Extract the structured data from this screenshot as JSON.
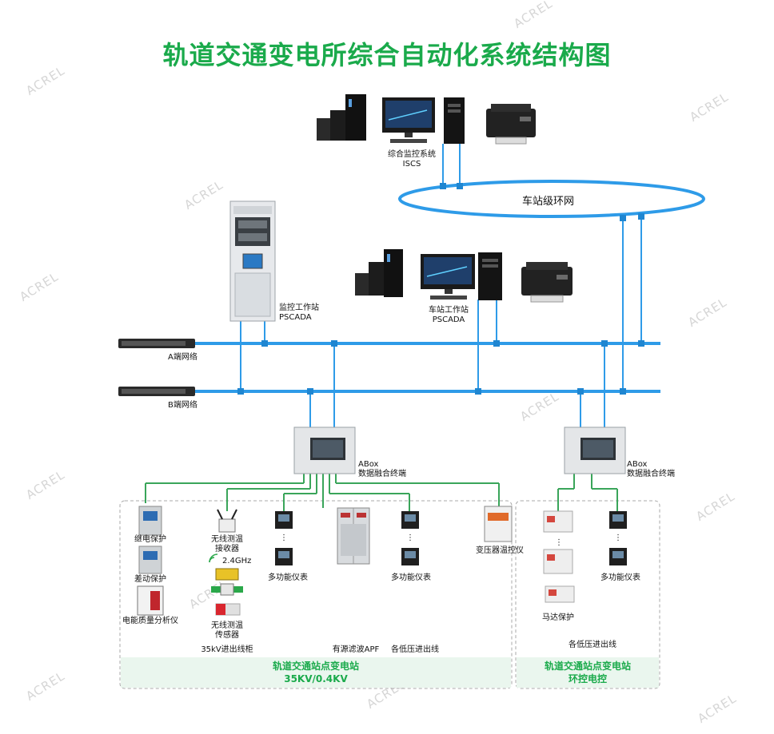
{
  "title": "轨道交通变电所综合自动化系统结构图",
  "watermark": "ACREL",
  "colors": {
    "title": "#1aaa4b",
    "bus": "#2e9be8",
    "field": "#3aa55a",
    "node": "#1f86d1"
  },
  "iscs": {
    "line1": "综合监控系统",
    "line2": "ISCS"
  },
  "ring": {
    "label": "车站级环网"
  },
  "pscada_monitor": {
    "line1": "监控工作站",
    "line2": "PSCADA"
  },
  "pscada_station": {
    "line1": "车站工作站",
    "line2": "PSCADA"
  },
  "network_a": "A端网络",
  "network_b": "B端网络",
  "abox1": {
    "line1": "ABox",
    "line2": "数据融合终端"
  },
  "abox2": {
    "line1": "ABox",
    "line2": "数据融合终端"
  },
  "devices": {
    "relay": "继电保护",
    "differential": "差动保护",
    "power_quality": "电能质量分析仪",
    "wireless_rx_1": "无线测温",
    "wireless_rx_2": "接收器",
    "freq": "2.4GHz",
    "wireless_tx_1": "无线测温",
    "wireless_tx_2": "传感器",
    "meter_a": "多功能仪表",
    "meter_b": "多功能仪表",
    "meter_c": "多功能仪表",
    "transformer": "变压器温控仪",
    "motor": "马达保护",
    "dots": "⋮"
  },
  "feeders": {
    "kv35": "35kV进出线柜",
    "apf": "有源滤波APF",
    "lv": "各低压进出线",
    "lv2": "各低压进出线"
  },
  "zones": {
    "main_line1": "轨道交通站点变电站",
    "main_line2": "35KV/0.4KV",
    "env_line1": "轨道交通站点变电站",
    "env_line2": "环控电控"
  }
}
